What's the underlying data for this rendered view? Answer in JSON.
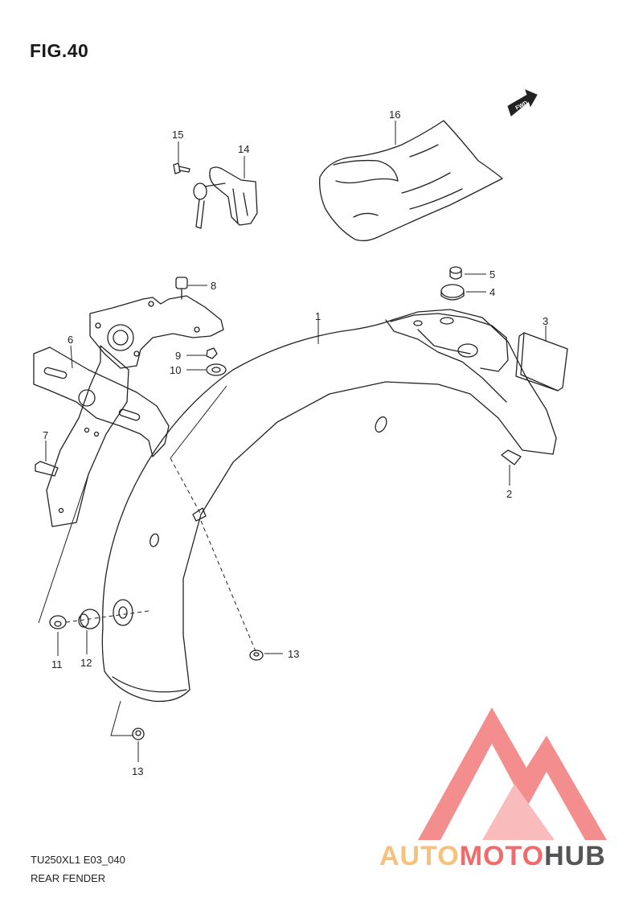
{
  "figure": {
    "title": "FIG.40",
    "code": "TU250XL1 E03_040",
    "name": "REAR FENDER"
  },
  "callouts": {
    "p1": "1",
    "p2": "2",
    "p3": "3",
    "p4": "4",
    "p5": "5",
    "p6": "6",
    "p7": "7",
    "p8": "8",
    "p9": "9",
    "p10": "10",
    "p11": "11",
    "p12": "12",
    "p13a": "13",
    "p13b": "13",
    "p14": "14",
    "p15": "15",
    "p16": "16"
  },
  "fwd_label": "FWD",
  "watermark": {
    "part1": "AUTO",
    "part2": "MOTO",
    "part3": "HUB",
    "color1": "#f6c27a",
    "color2": "#f26a6a",
    "color3": "#555555",
    "logo_color": "#f37a7a"
  }
}
